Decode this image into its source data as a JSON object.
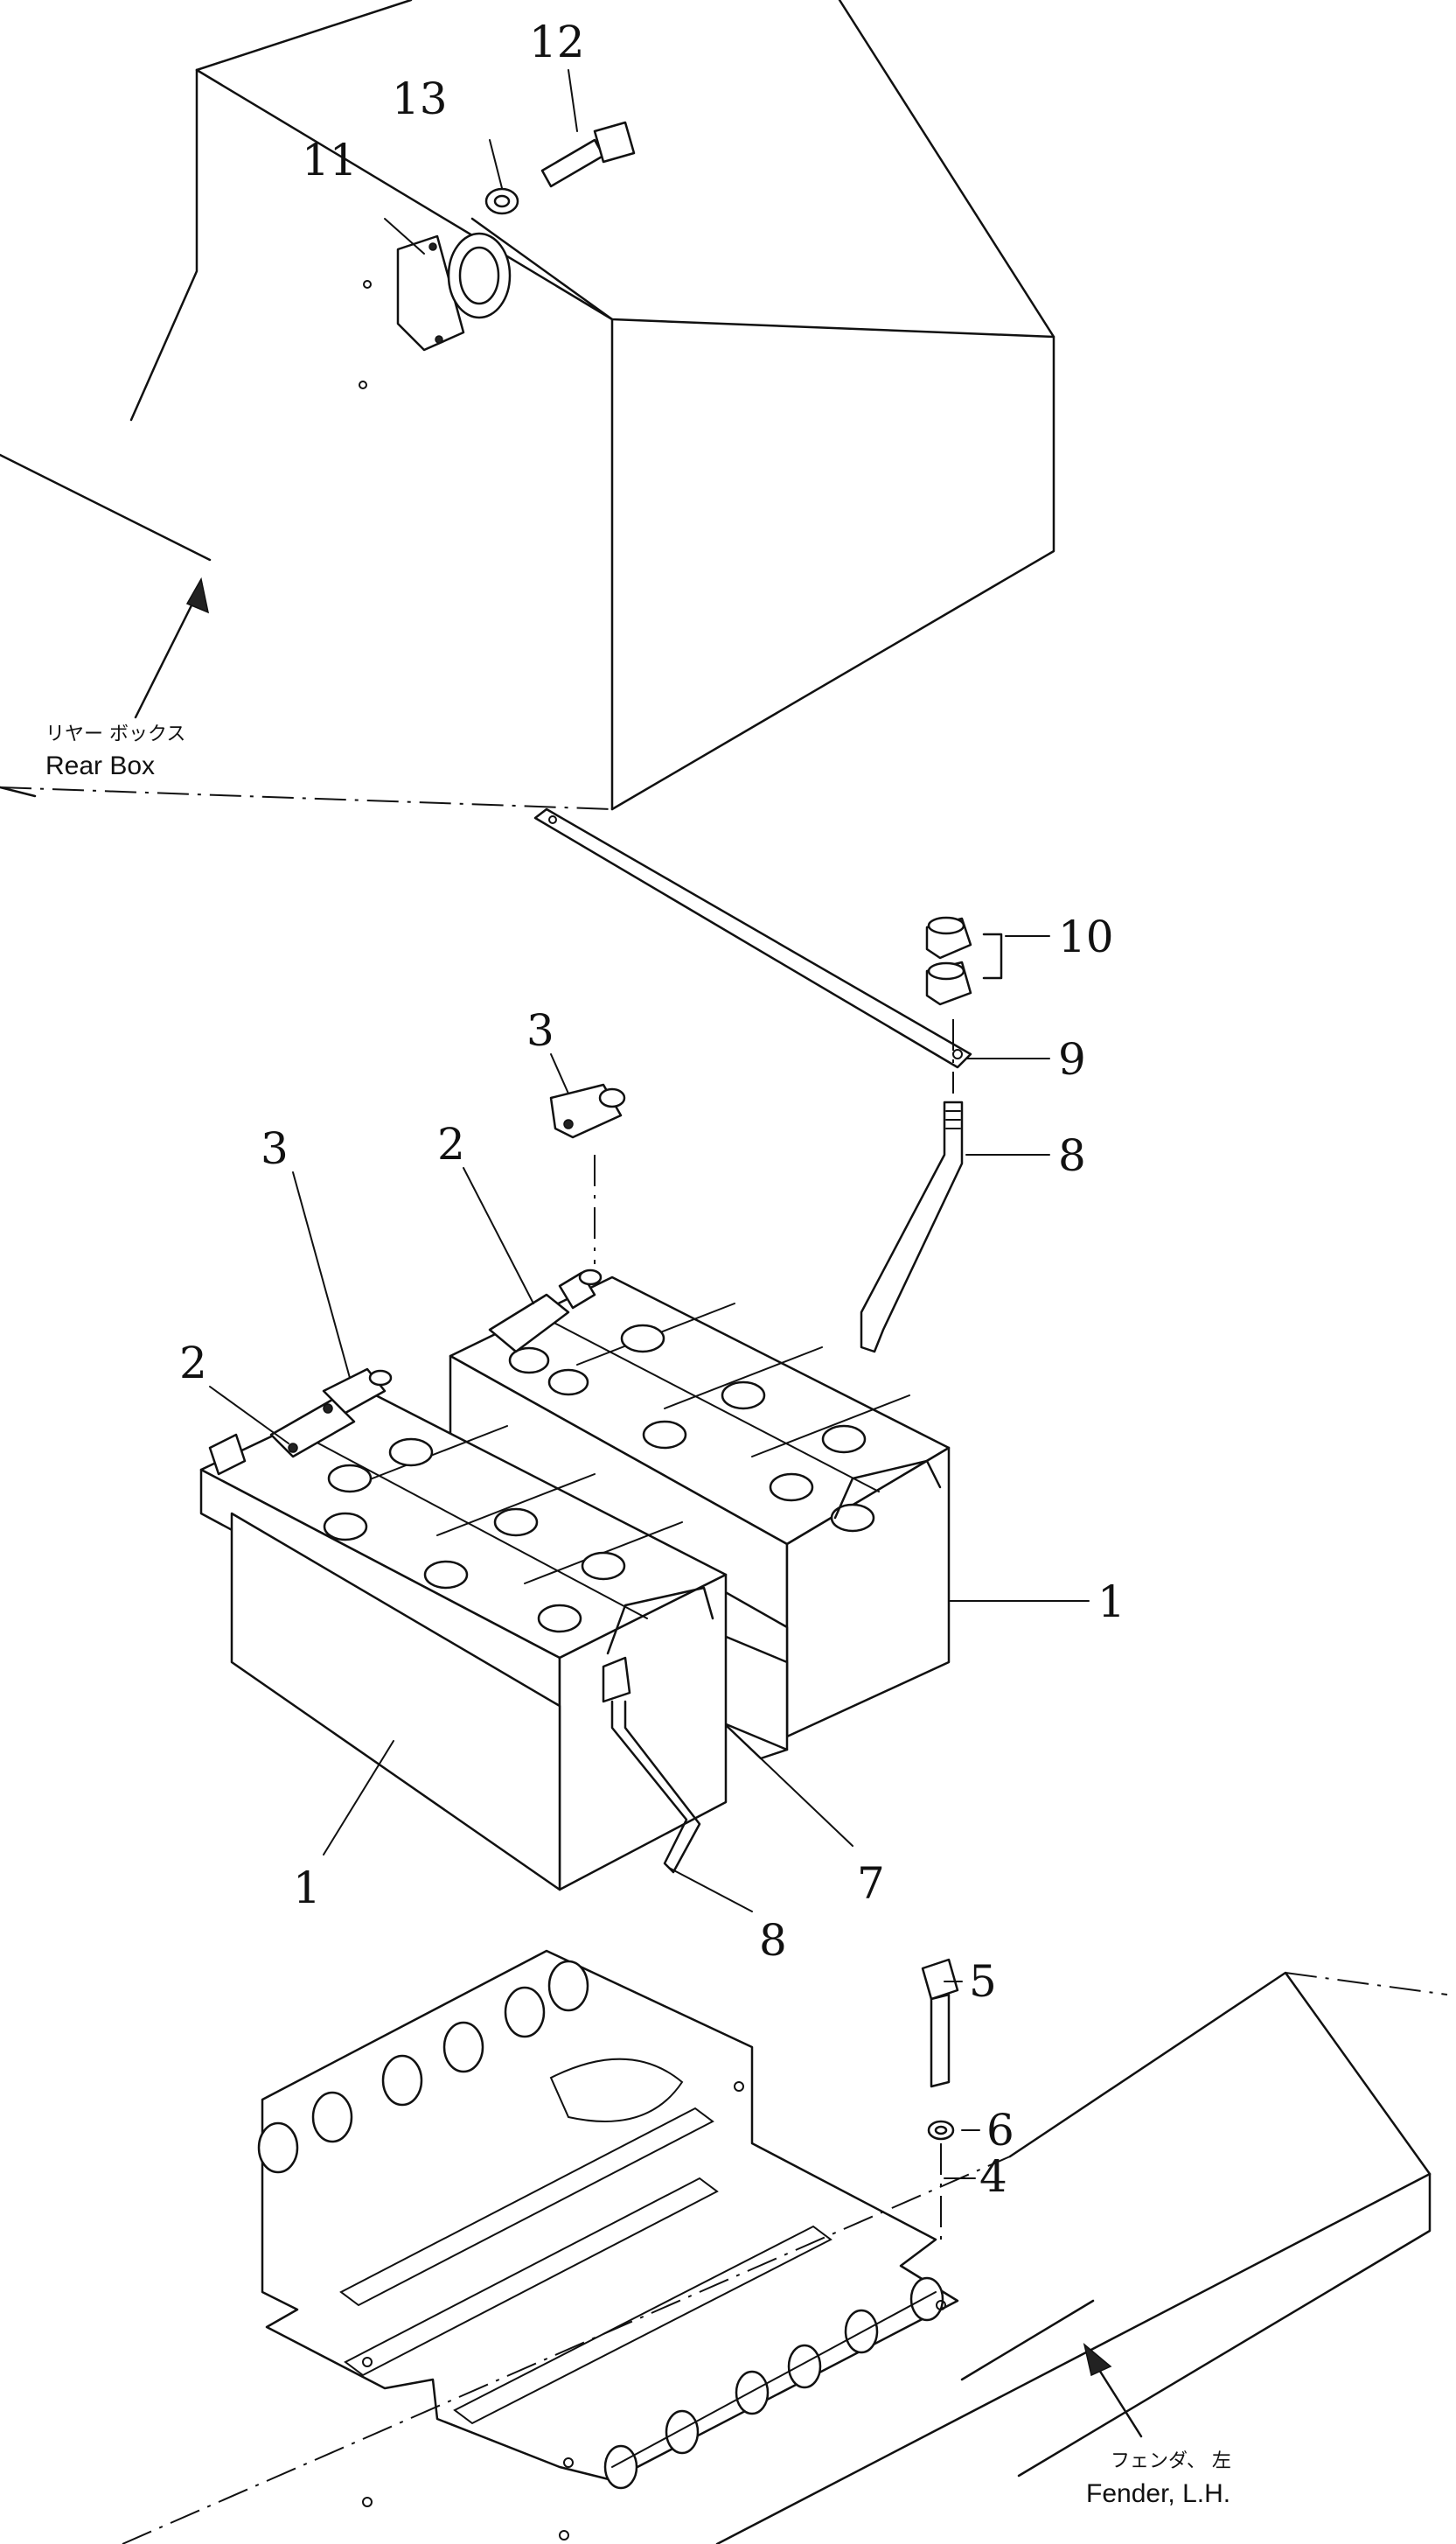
{
  "callouts": {
    "c1a": "1",
    "c1b": "1",
    "c2a": "2",
    "c2b": "2",
    "c3a": "3",
    "c3b": "3",
    "c4": "4",
    "c5": "5",
    "c6": "6",
    "c7": "7",
    "c8a": "8",
    "c8b": "8",
    "c9": "9",
    "c10": "10",
    "c11": "11",
    "c12": "12",
    "c13": "13"
  },
  "labels": {
    "rear_box_jp": "リヤー ボックス",
    "rear_box_en": "Rear Box",
    "fender_jp": "フェンダ、 左",
    "fender_en": "Fender, L.H."
  }
}
